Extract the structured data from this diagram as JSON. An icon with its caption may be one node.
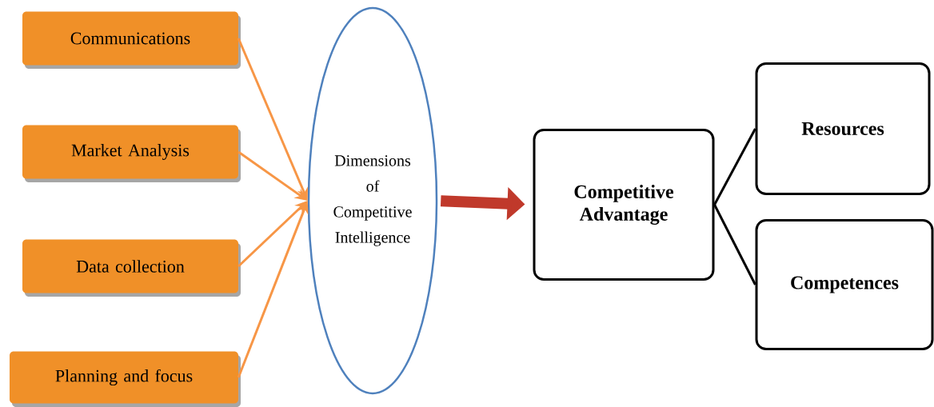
{
  "diagram": {
    "nodes": [
      {
        "text": [
          "Communications"
        ]
      },
      {
        "text": [
          "Market Analysis"
        ]
      },
      {
        "text": [
          "Data collection"
        ]
      },
      {
        "text": [
          "Planning and focus"
        ]
      },
      {
        "text": [
          "Dimensions of Competitive Intelligence"
        ]
      },
      {
        "text": [
          "Competitive Advantage"
        ]
      },
      {
        "text": [
          "Resources"
        ]
      },
      {
        "text": [
          "Competences"
        ]
      }
    ],
    "edges": [
      {
        "from": 0,
        "to": 4,
        "arrow": "to",
        "color": "#f79646"
      },
      {
        "from": 1,
        "to": 4,
        "arrow": "to",
        "color": "#f79646"
      },
      {
        "from": 2,
        "to": 4,
        "arrow": "to",
        "color": "#f79646"
      },
      {
        "from": 3,
        "to": 4,
        "arrow": "to",
        "color": "#f79646"
      },
      {
        "from": 4,
        "to": 5,
        "arrow": "to",
        "style": "thick",
        "color": "#c0392b"
      },
      {
        "from": 5,
        "to": 6,
        "arrow": "none",
        "color": "#000000"
      },
      {
        "from": 5,
        "to": 7,
        "arrow": "none",
        "color": "#000000"
      }
    ]
  }
}
